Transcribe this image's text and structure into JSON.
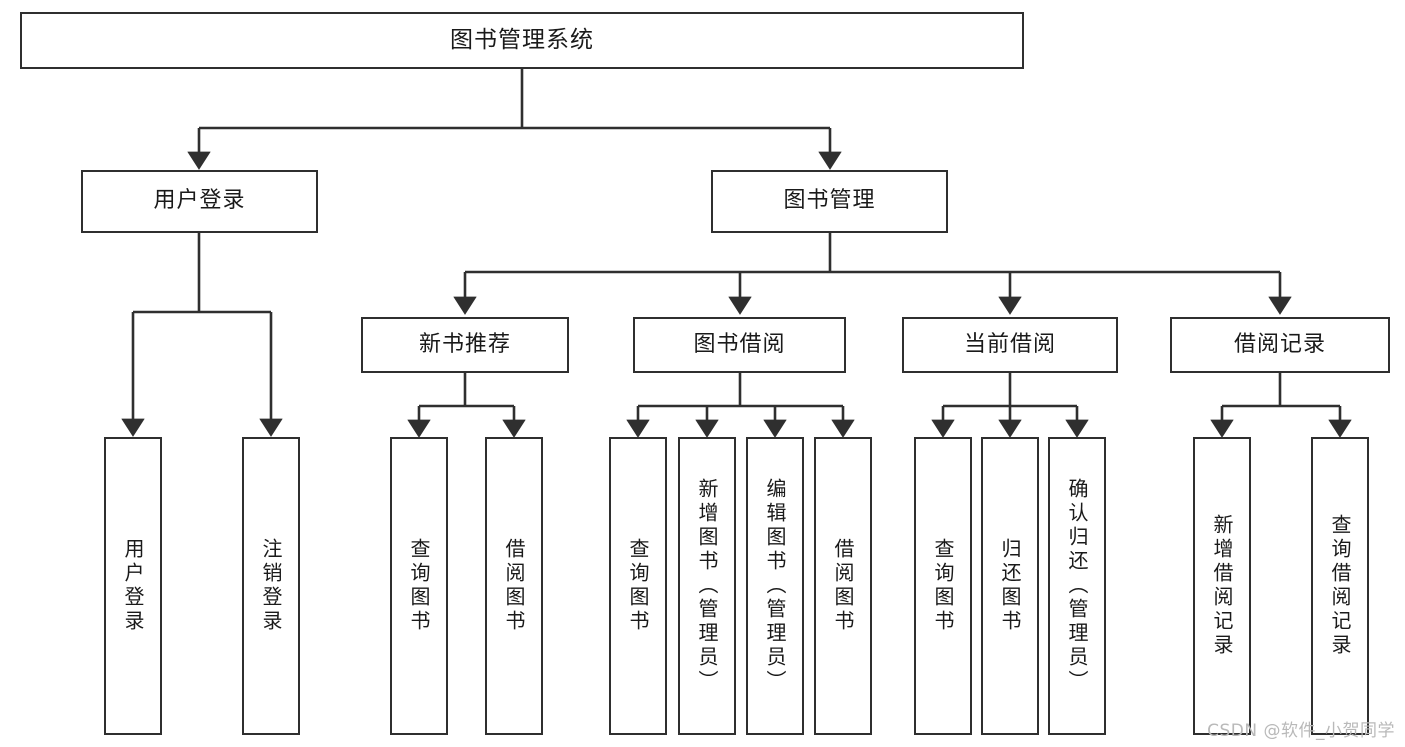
{
  "diagram": {
    "type": "tree-hierarchy",
    "title": "图书管理系统",
    "watermark": "CSDN @软件_小贺同学",
    "colors": {
      "stroke": "#2f2f2f",
      "fill": "#ffffff",
      "text": "#1a1a1a",
      "watermark": "#b9b9b9"
    },
    "root": {
      "label": "图书管理系统"
    },
    "level2": [
      {
        "id": "user-login",
        "label": "用户登录"
      },
      {
        "id": "book-management",
        "label": "图书管理"
      }
    ],
    "level3": [
      {
        "id": "new-book-recommend",
        "label": "新书推荐"
      },
      {
        "id": "book-borrow",
        "label": "图书借阅"
      },
      {
        "id": "current-borrow",
        "label": "当前借阅"
      },
      {
        "id": "borrow-record",
        "label": "借阅记录"
      }
    ],
    "leaves": {
      "user_login": [
        {
          "id": "leaf-user-login",
          "label": "用户登录"
        },
        {
          "id": "leaf-logout-login",
          "label": "注销登录"
        }
      ],
      "new_book_recommend": [
        {
          "id": "leaf-query-book-1",
          "label": "查询图书"
        },
        {
          "id": "leaf-borrow-book-1",
          "label": "借阅图书"
        }
      ],
      "book_borrow": [
        {
          "id": "leaf-query-book-2",
          "label": "查询图书"
        },
        {
          "id": "leaf-add-book",
          "label": "新增图书（管理员）"
        },
        {
          "id": "leaf-edit-book",
          "label": "编辑图书（管理员）"
        },
        {
          "id": "leaf-borrow-book-2",
          "label": "借阅图书"
        }
      ],
      "current_borrow": [
        {
          "id": "leaf-query-book-3",
          "label": "查询图书"
        },
        {
          "id": "leaf-return-book",
          "label": "归还图书"
        },
        {
          "id": "leaf-confirm-return",
          "label": "确认归还（管理员）"
        }
      ],
      "borrow_record": [
        {
          "id": "leaf-add-record",
          "label": "新增借阅记录"
        },
        {
          "id": "leaf-query-record",
          "label": "查询借阅记录"
        }
      ]
    }
  }
}
